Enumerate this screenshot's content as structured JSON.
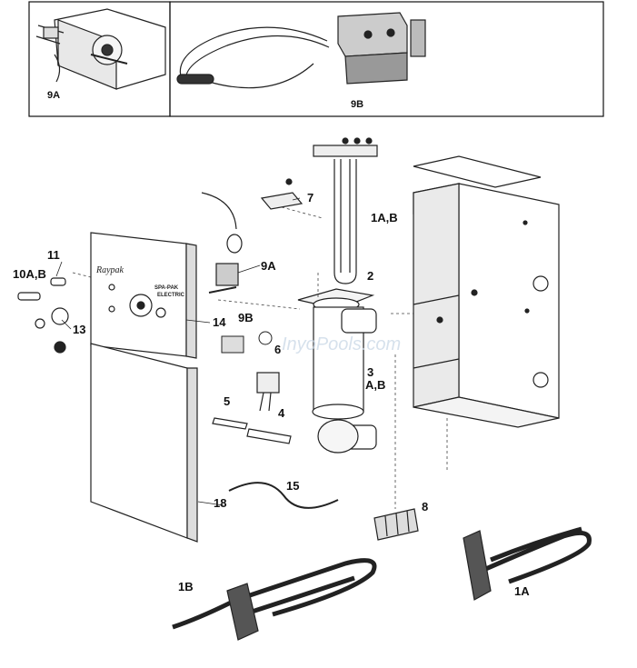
{
  "insets": {
    "left_label": "9A",
    "right_label": "9B"
  },
  "panel": {
    "brand": "Raypak",
    "model": "SPA-PAK",
    "sub": "ELECTRIC"
  },
  "watermark": "InyoPools.com",
  "labels": {
    "l7": "7",
    "l1ab": "1A,B",
    "l2": "2",
    "l9a": "9A",
    "l11": "11",
    "l10ab": "10A,B",
    "l13": "13",
    "l14": "14",
    "l9b": "9B",
    "l6": "6",
    "l3": "3",
    "l3ab": "A,B",
    "l5": "5",
    "l4": "4",
    "l8": "8",
    "l15": "15",
    "l18": "18",
    "l1b": "1B",
    "l1a": "1A"
  }
}
